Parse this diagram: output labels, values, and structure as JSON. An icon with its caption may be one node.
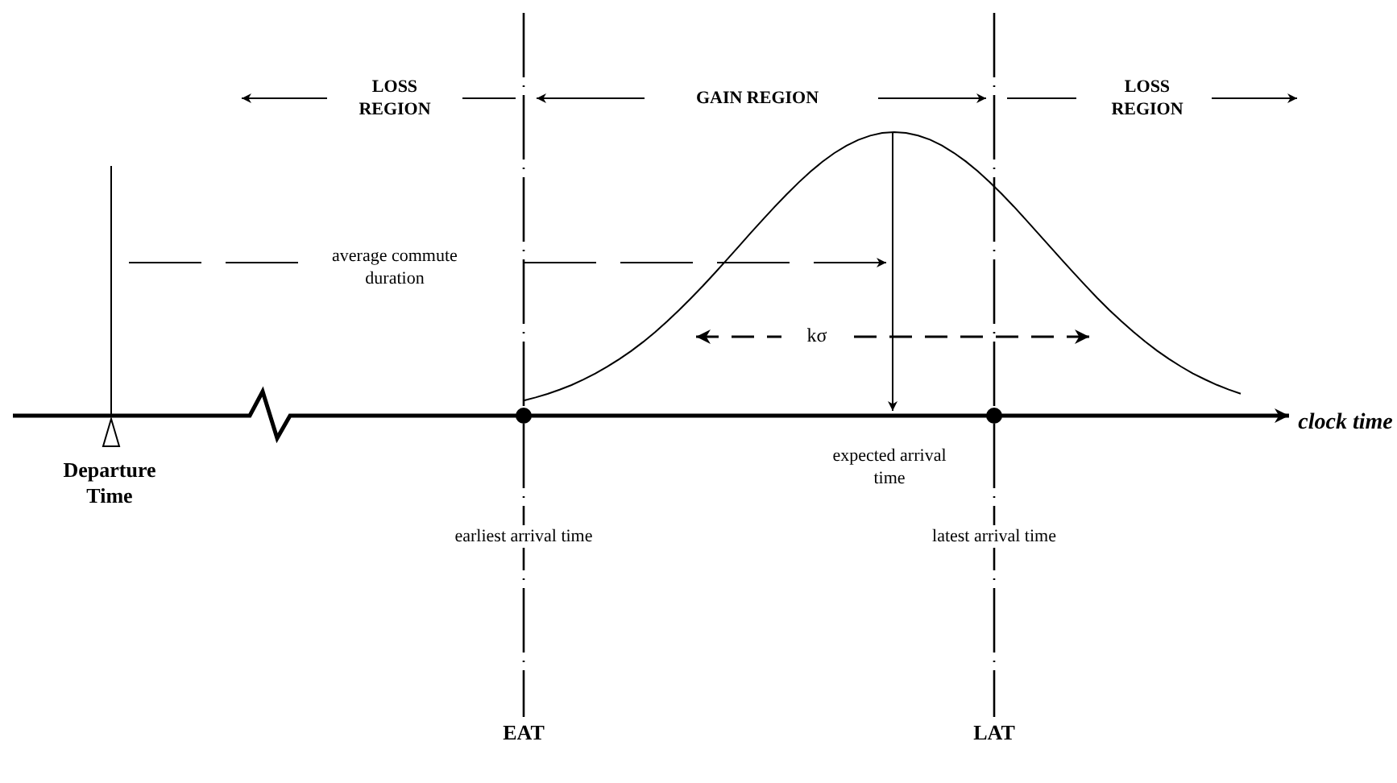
{
  "diagram": {
    "labels": [
      "LOSS REGION",
      "GAIN REGION",
      "LOSS REGION",
      "average commute duration",
      "kσ",
      "clock time",
      "Departure Time",
      "expected arrival time",
      "earliest arrival time",
      "latest arrival time",
      "EAT",
      "LAT"
    ]
  }
}
